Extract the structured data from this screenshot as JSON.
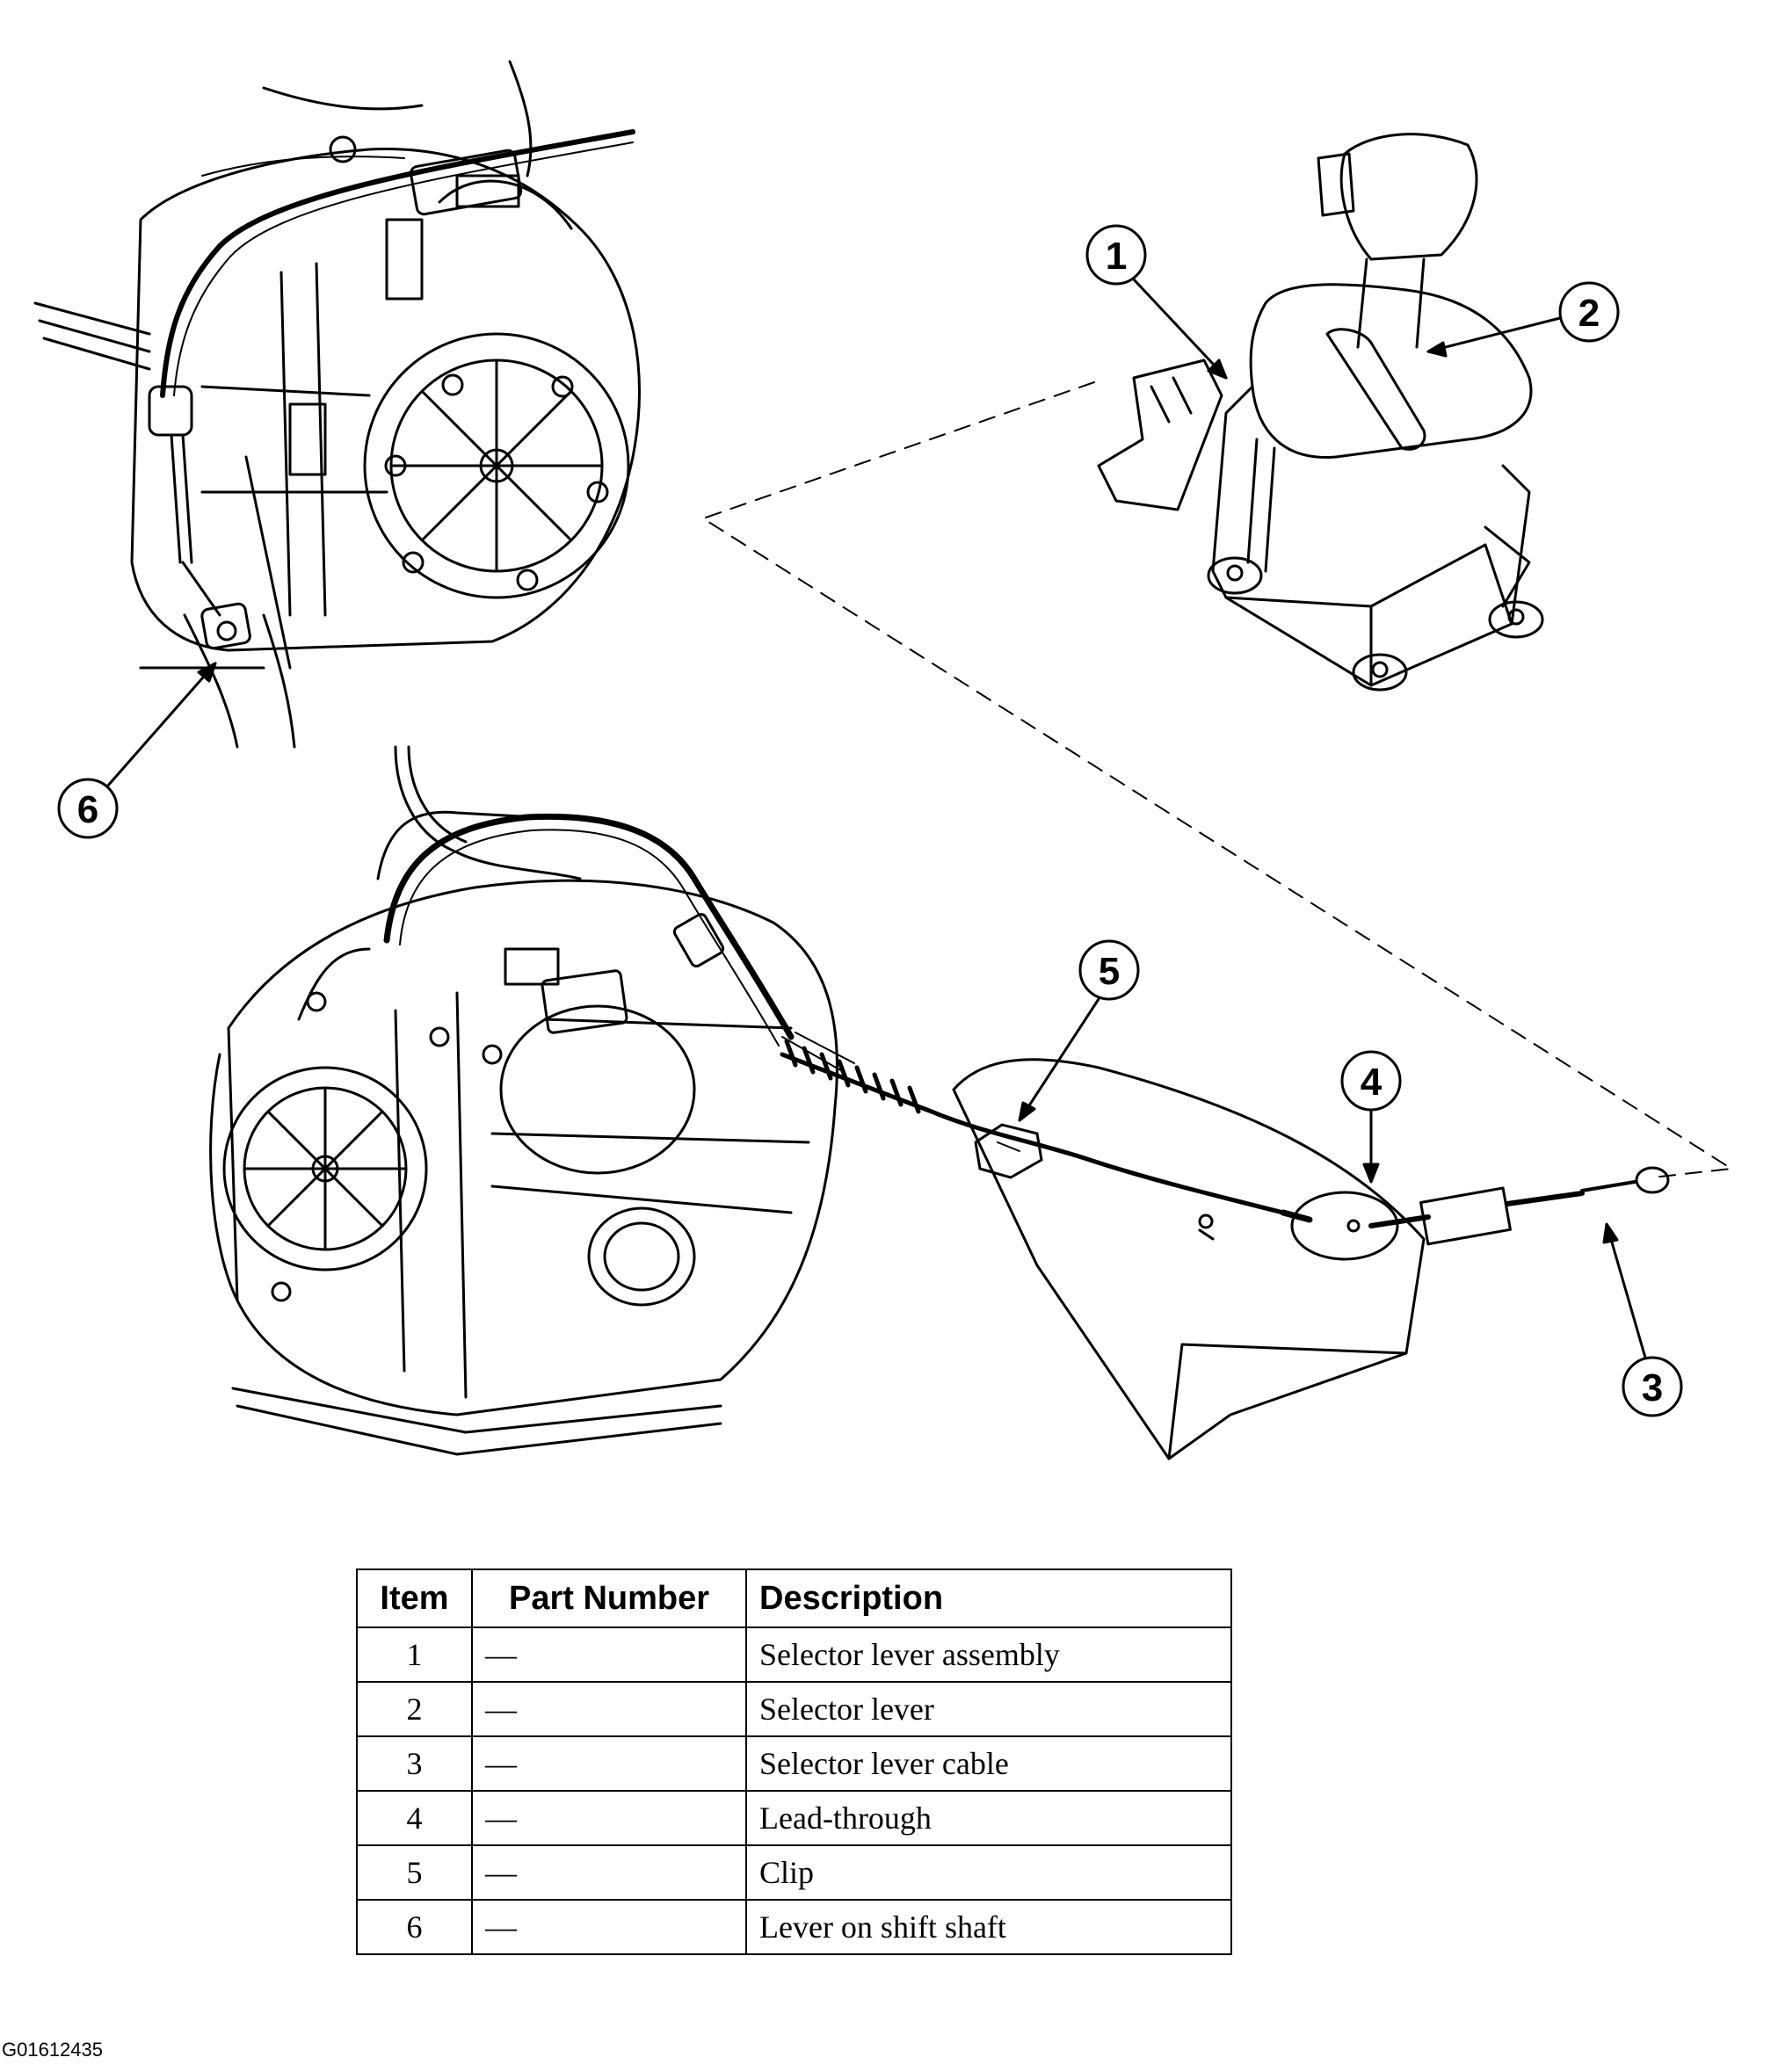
{
  "callouts": [
    "1",
    "2",
    "3",
    "4",
    "5",
    "6"
  ],
  "table": {
    "headers": {
      "item": "Item",
      "part_number": "Part Number",
      "description": "Description"
    },
    "rows": [
      {
        "item": "1",
        "part_number": "—",
        "description": "Selector lever assembly"
      },
      {
        "item": "2",
        "part_number": "—",
        "description": "Selector lever"
      },
      {
        "item": "3",
        "part_number": "—",
        "description": "Selector lever cable"
      },
      {
        "item": "4",
        "part_number": "—",
        "description": "Lead-through"
      },
      {
        "item": "5",
        "part_number": "—",
        "description": "Clip"
      },
      {
        "item": "6",
        "part_number": "—",
        "description": "Lever on shift shaft"
      }
    ]
  },
  "figure_id": "G01612435"
}
